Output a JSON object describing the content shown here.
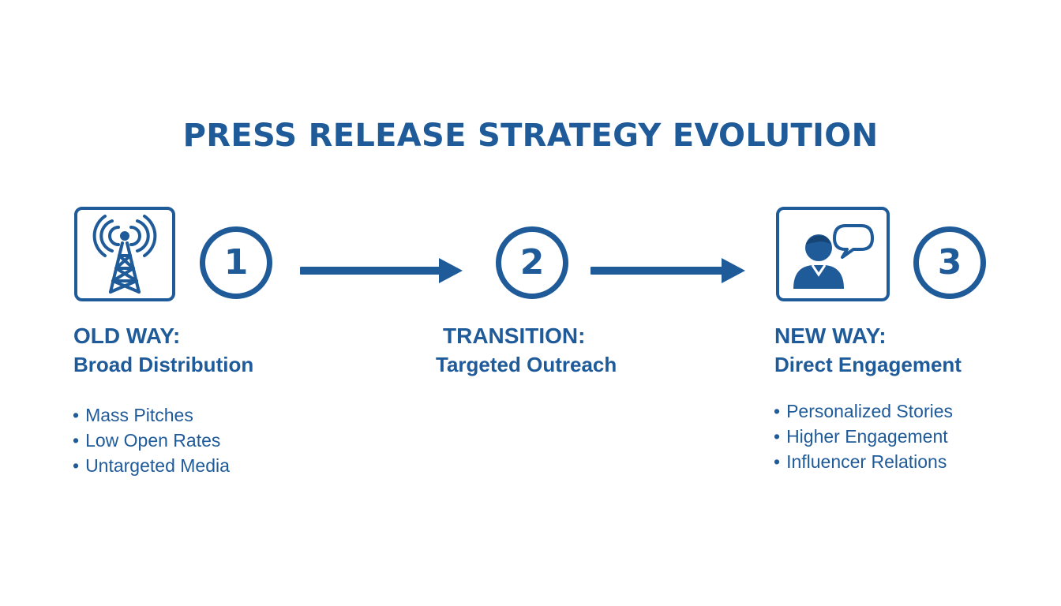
{
  "title": "PRESS RELEASE STRATEGY EVOLUTION",
  "colors": {
    "primary": "#1f5a99",
    "background": "#ffffff"
  },
  "stages": [
    {
      "number": "1",
      "icon": "radio-tower-icon",
      "heading": "OLD WAY:",
      "subheading": "Broad Distribution",
      "bullets": [
        "Mass Pitches",
        "Low Open Rates",
        "Untargeted Media"
      ]
    },
    {
      "number": "2",
      "heading": "TRANSITION:",
      "subheading": "Targeted Outreach",
      "bullets": []
    },
    {
      "number": "3",
      "icon": "person-speech-bubble-icon",
      "heading": "NEW WAY:",
      "subheading": "Direct Engagement",
      "bullets": [
        "Personalized Stories",
        "Higher Engagement",
        "Influencer Relations"
      ]
    }
  ]
}
